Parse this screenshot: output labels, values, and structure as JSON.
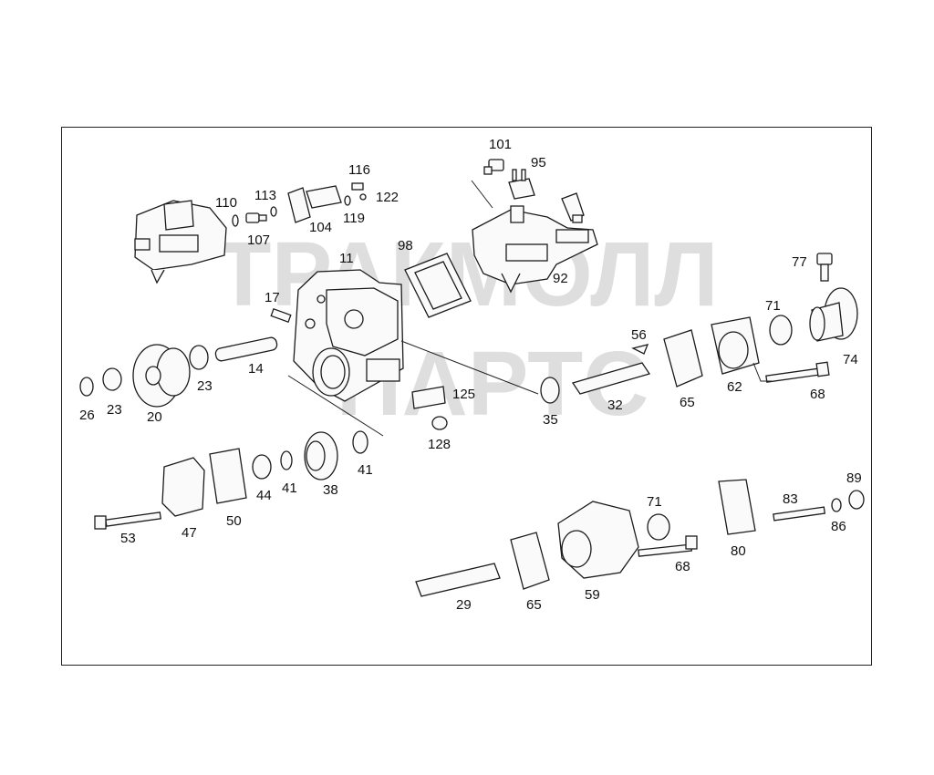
{
  "watermark": {
    "line1": "ТРАКМОЛЛ",
    "line2": "ПАРТС",
    "color": "#c9c9c9"
  },
  "callouts": [
    {
      "id": "c101",
      "text": "101"
    },
    {
      "id": "c95",
      "text": "95"
    },
    {
      "id": "c116",
      "text": "116"
    },
    {
      "id": "c113",
      "text": "113"
    },
    {
      "id": "c122",
      "text": "122"
    },
    {
      "id": "c110",
      "text": "110"
    },
    {
      "id": "c119",
      "text": "119"
    },
    {
      "id": "c104",
      "text": "104"
    },
    {
      "id": "c107",
      "text": "107"
    },
    {
      "id": "c98",
      "text": "98"
    },
    {
      "id": "c11",
      "text": "11"
    },
    {
      "id": "c92",
      "text": "92"
    },
    {
      "id": "c77",
      "text": "77"
    },
    {
      "id": "c17",
      "text": "17"
    },
    {
      "id": "c71a",
      "text": "71"
    },
    {
      "id": "c74",
      "text": "74"
    },
    {
      "id": "c56",
      "text": "56"
    },
    {
      "id": "c14",
      "text": "14"
    },
    {
      "id": "c23a",
      "text": "23"
    },
    {
      "id": "c23b",
      "text": "23"
    },
    {
      "id": "c26",
      "text": "26"
    },
    {
      "id": "c20",
      "text": "20"
    },
    {
      "id": "c125",
      "text": "125"
    },
    {
      "id": "c35",
      "text": "35"
    },
    {
      "id": "c32",
      "text": "32"
    },
    {
      "id": "c65a",
      "text": "65"
    },
    {
      "id": "c62",
      "text": "62"
    },
    {
      "id": "c68a",
      "text": "68"
    },
    {
      "id": "c128",
      "text": "128"
    },
    {
      "id": "c41a",
      "text": "41"
    },
    {
      "id": "c41b",
      "text": "41"
    },
    {
      "id": "c38",
      "text": "38"
    },
    {
      "id": "c44",
      "text": "44"
    },
    {
      "id": "c50",
      "text": "50"
    },
    {
      "id": "c47",
      "text": "47"
    },
    {
      "id": "c53",
      "text": "53"
    },
    {
      "id": "c89",
      "text": "89"
    },
    {
      "id": "c83",
      "text": "83"
    },
    {
      "id": "c71b",
      "text": "71"
    },
    {
      "id": "c86",
      "text": "86"
    },
    {
      "id": "c80",
      "text": "80"
    },
    {
      "id": "c68b",
      "text": "68"
    },
    {
      "id": "c65b",
      "text": "65"
    },
    {
      "id": "c59",
      "text": "59"
    },
    {
      "id": "c29",
      "text": "29"
    }
  ]
}
